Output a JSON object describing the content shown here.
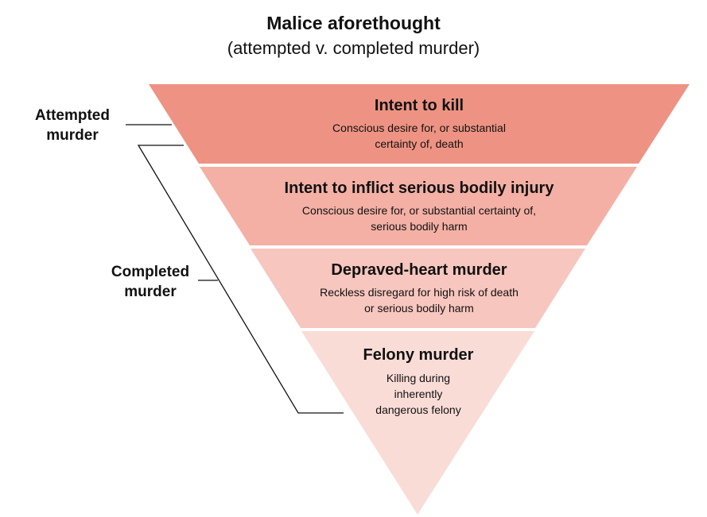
{
  "title": "Malice aforethought",
  "subtitle": "(attempted v. completed murder)",
  "side_labels": {
    "attempted": "Attempted\nmurder",
    "completed": "Completed\nmurder"
  },
  "tiers": [
    {
      "title": "Intent to kill",
      "desc": "Conscious desire for, or substantial\ncertainty of, death",
      "color": "#ee9383"
    },
    {
      "title": "Intent to inflict serious bodily injury",
      "desc": "Conscious desire for, or substantial certainty of,\nserious bodily harm",
      "color": "#f4b0a5"
    },
    {
      "title": "Depraved-heart murder",
      "desc": "Reckless disregard for high risk of death\nor serious bodily harm",
      "color": "#f7c6be"
    },
    {
      "title": "Felony murder",
      "desc": "Killing during\ninherently\ndangerous felony",
      "color": "#fadcd7"
    }
  ],
  "line_color": "#111111"
}
